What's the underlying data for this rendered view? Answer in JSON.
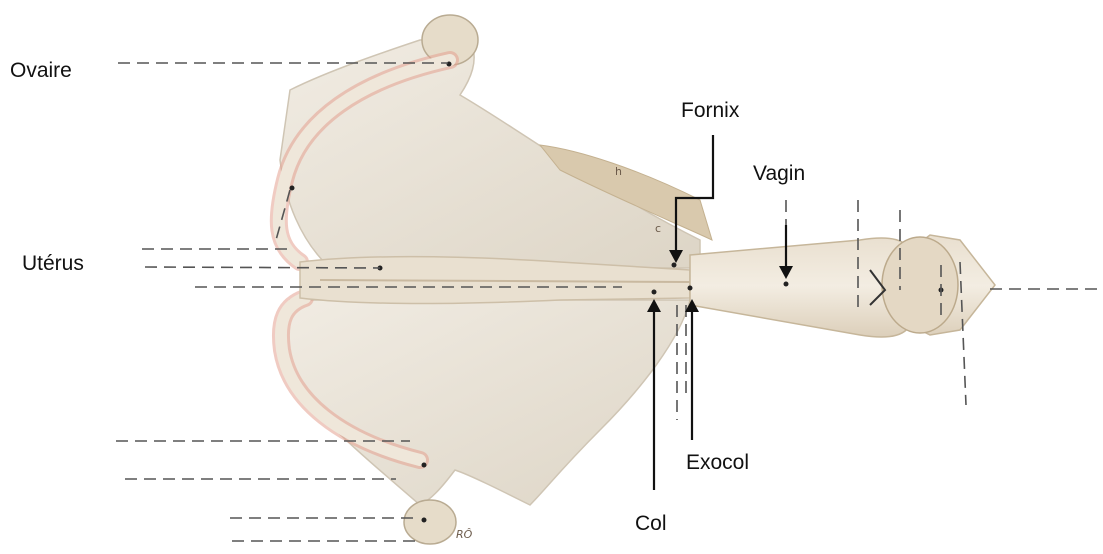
{
  "labels": {
    "ovaire": "Ovaire",
    "uterus": "Utérus",
    "fornix": "Fornix",
    "vagin": "Vagin",
    "exocol": "Exocol",
    "col": "Col"
  },
  "small_marks": {
    "h": "h",
    "c": "c",
    "signature": "RÔ"
  },
  "colors": {
    "tissue": "#ece7dc",
    "tissue_shadow": "#d8cfbf",
    "pink": "#e3a090",
    "line": "#555555"
  }
}
